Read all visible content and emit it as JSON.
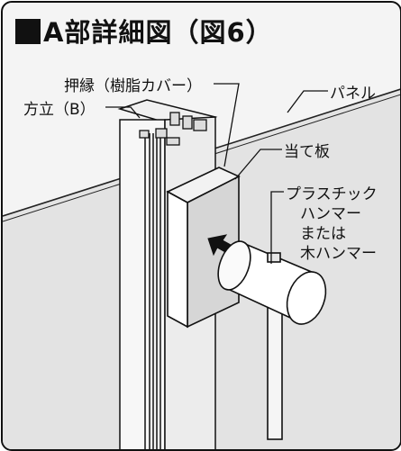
{
  "figure": {
    "title": "A部詳細図（図6）",
    "labels": {
      "oshibuchi": "押縁（樹脂カバー）",
      "hoddate": "方立（B）",
      "panel": "パネル",
      "atekita": "当て板",
      "hammer_line1": "プラスチック",
      "hammer_line2": "ハンマー",
      "hammer_line3": "または",
      "hammer_line4": "木ハンマー"
    }
  }
}
